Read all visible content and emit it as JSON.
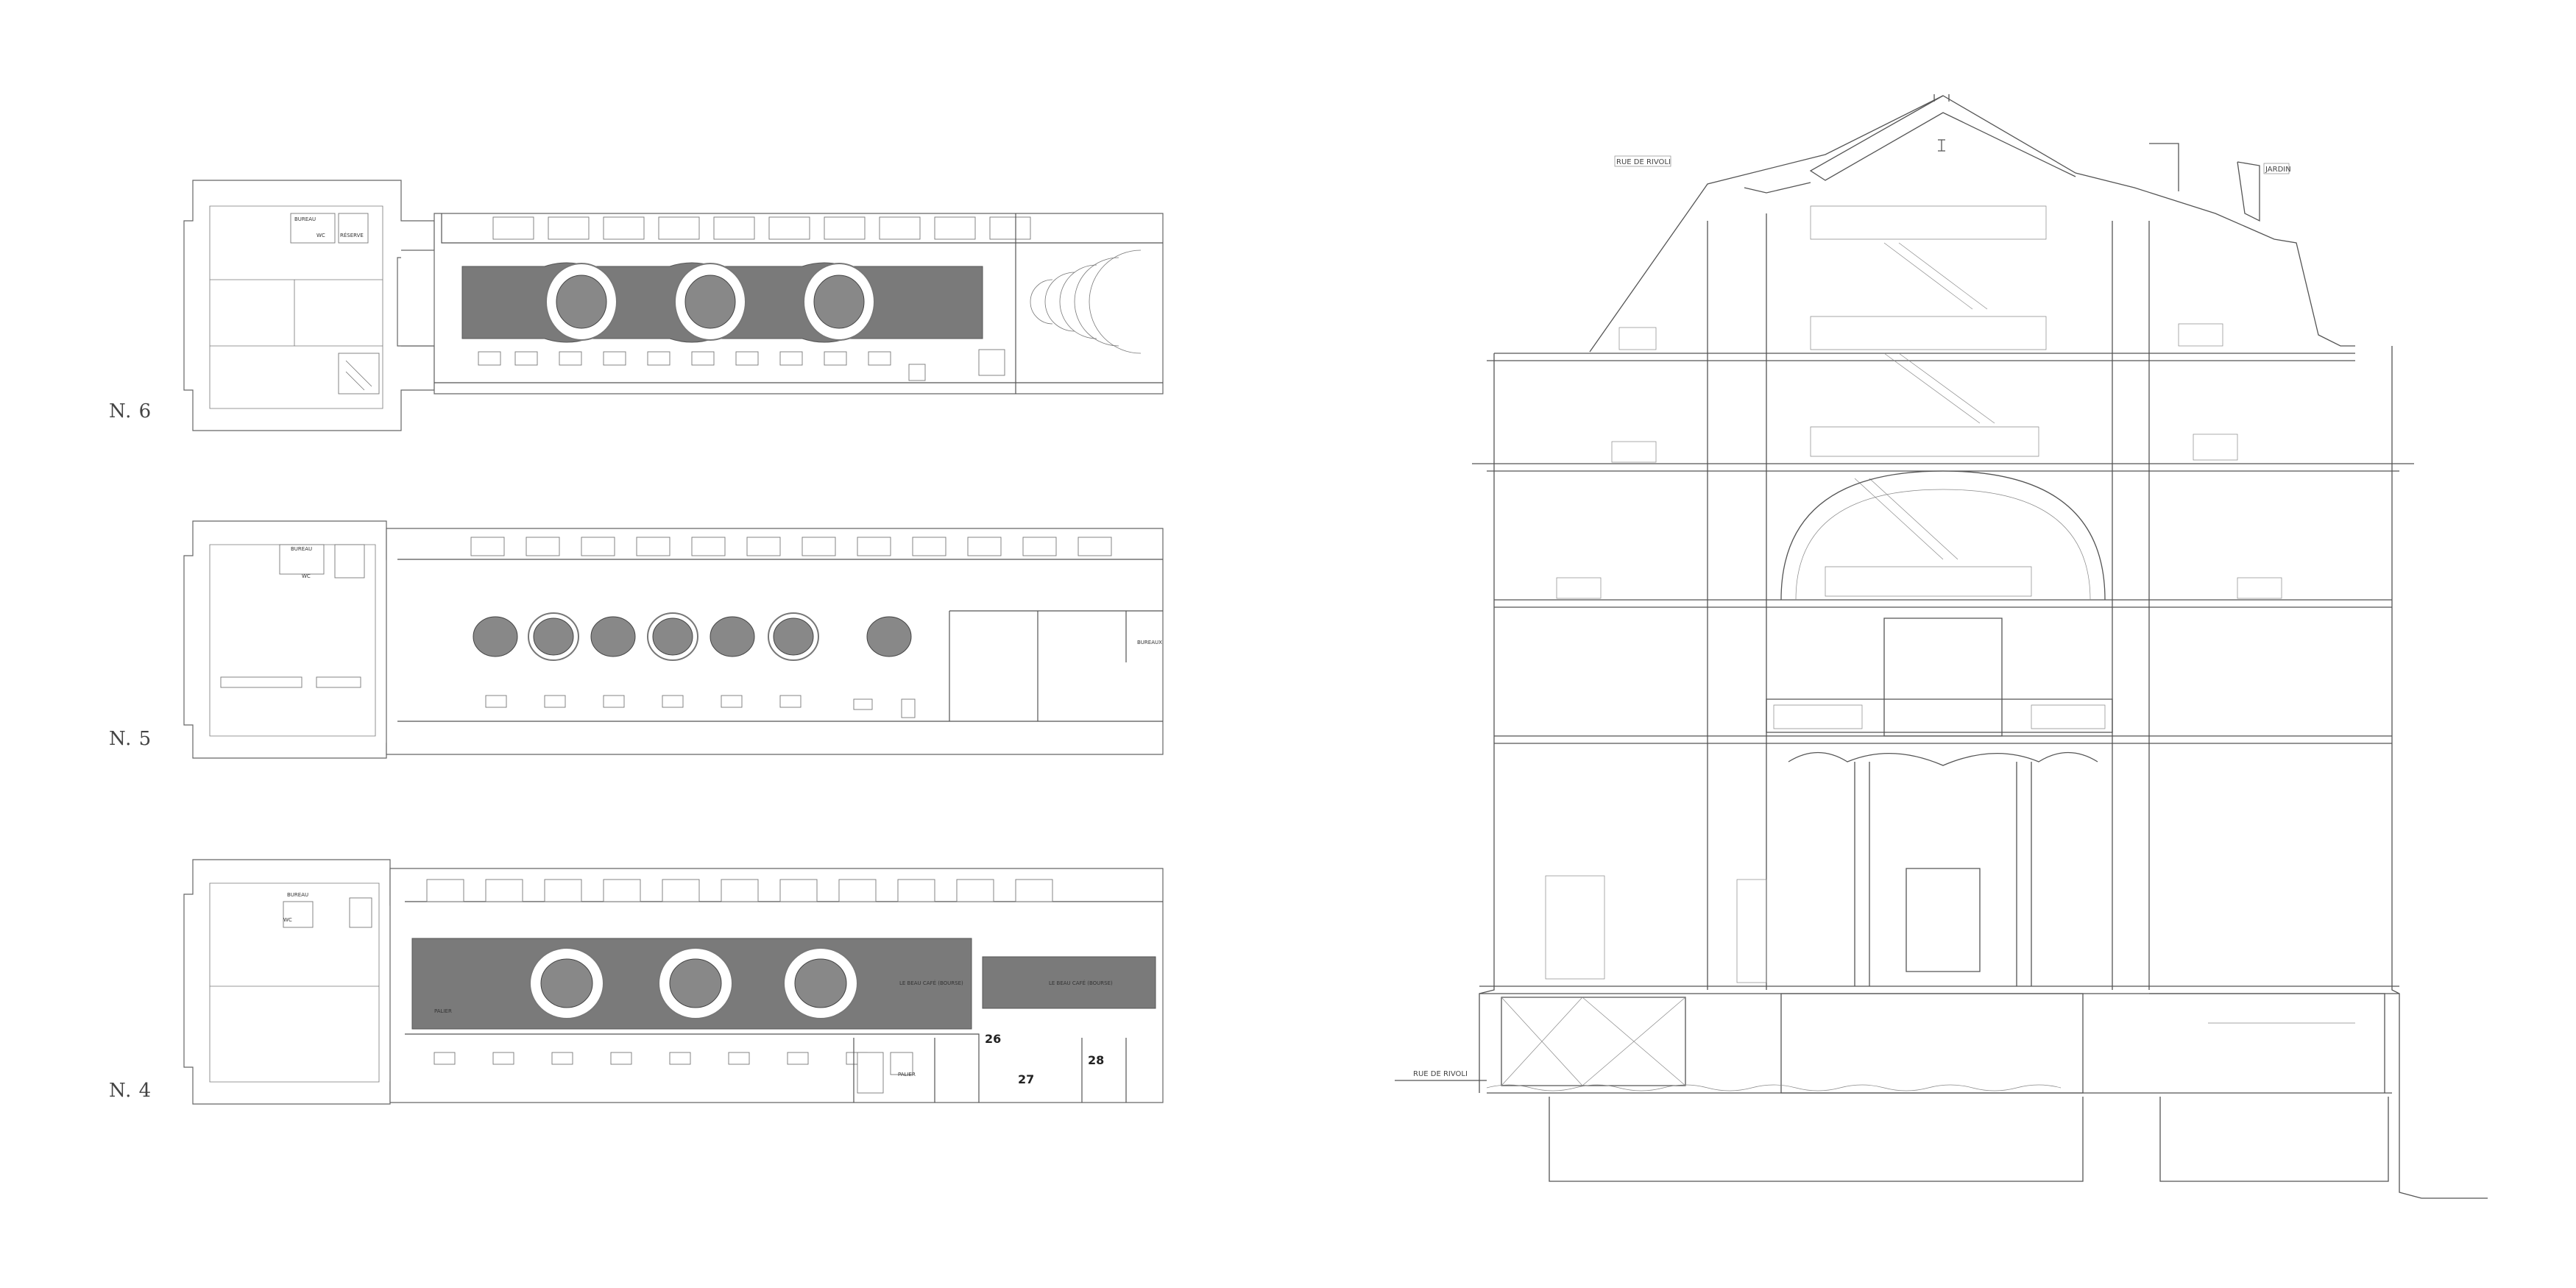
{
  "levels": [
    {
      "label": "N. 6"
    },
    {
      "label": "N. 5"
    },
    {
      "label": "N. 4"
    }
  ],
  "room_numbers": [
    "26",
    "27",
    "28"
  ],
  "plan_tags": {
    "n6": [
      "BUREAU",
      "WC",
      "RÉSERVE"
    ],
    "n5": [
      "BUREAU",
      "WC",
      "BUREAUX"
    ],
    "n4": [
      "BUREAU",
      "WC",
      "PALIER",
      "PALIER",
      "LE BEAU CAFÉ (BOURSE)",
      "LE BEAU CAFÉ (BOURSE)"
    ]
  },
  "section": {
    "street_left_top": "RUE DE RIVOLI",
    "garden_right": "JARDIN",
    "street_left_bottom": "RUE DE RIVOLI"
  }
}
